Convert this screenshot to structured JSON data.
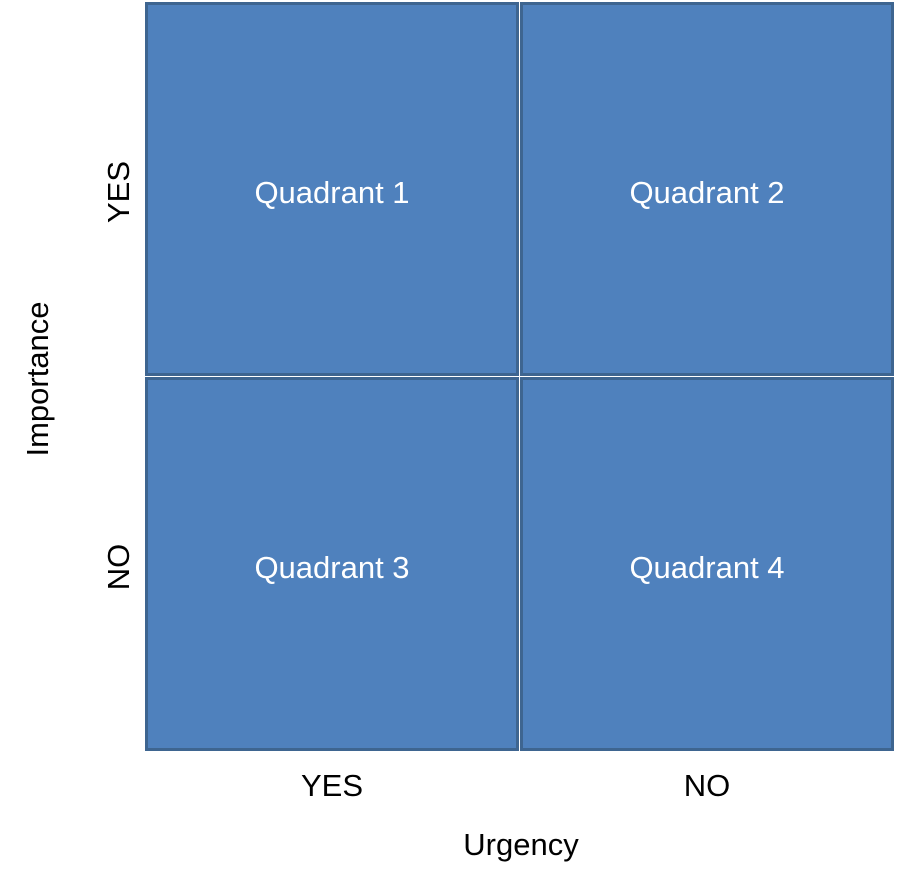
{
  "colors": {
    "quadrant_fill": "#4f81bd",
    "quadrant_border": "#3e6590",
    "quadrant_text": "#ffffff",
    "axis_text": "#000000"
  },
  "matrix": {
    "quadrants": [
      {
        "label": "Quadrant 1"
      },
      {
        "label": "Quadrant 2"
      },
      {
        "label": "Quadrant 3"
      },
      {
        "label": "Quadrant 4"
      }
    ],
    "columns": [
      "YES",
      "NO"
    ],
    "rows": [
      "YES",
      "NO"
    ],
    "x_axis_title": "Urgency",
    "y_axis_title": "Importance"
  }
}
